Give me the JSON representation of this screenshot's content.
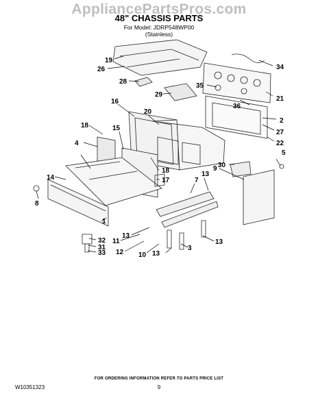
{
  "watermark": "AppliancePartsPros.com",
  "header": {
    "title": "48\" CHASSIS PARTS",
    "model_line": "For Model: JDRP548WP00",
    "finish": "(Stainless)"
  },
  "callouts": [
    "19",
    "26",
    "28",
    "29",
    "34",
    "35",
    "36",
    "21",
    "16",
    "20",
    "2",
    "27",
    "22",
    "18",
    "15",
    "5",
    "4",
    "30",
    "9",
    "18",
    "17",
    "14",
    "7",
    "13",
    "8",
    "1",
    "13",
    "32",
    "31",
    "33",
    "11",
    "12",
    "10",
    "13",
    "3",
    "13"
  ],
  "footer": {
    "order_info": "FOR ORDERING INFORMATION REFER TO PARTS PRICE LIST",
    "doc_number": "W10351323",
    "page_number": "9"
  }
}
